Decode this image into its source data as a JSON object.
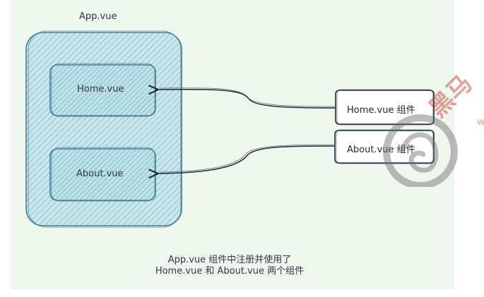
{
  "diagram": {
    "app_label": "App.vue",
    "home_label": "Home.vue",
    "about_label": "About.vue",
    "home_component_label": "Home.vue 组件",
    "about_component_label": "About.vue 组件",
    "caption_line1": "App.vue 组件中注册并使用了",
    "caption_line2": "Home.vue 和 About.vue 两个组件"
  },
  "watermark": {
    "text": "黑马",
    "small_text": "w"
  },
  "colors": {
    "canvas_bg": "#eef7ee",
    "box_fill": "#b7dce4",
    "box_stroke": "#4a7d93",
    "line": "#1f2a33",
    "text": "#2f3a47",
    "watermark": "#7a7a7a"
  },
  "icons": {
    "arrow": "arrowhead"
  }
}
